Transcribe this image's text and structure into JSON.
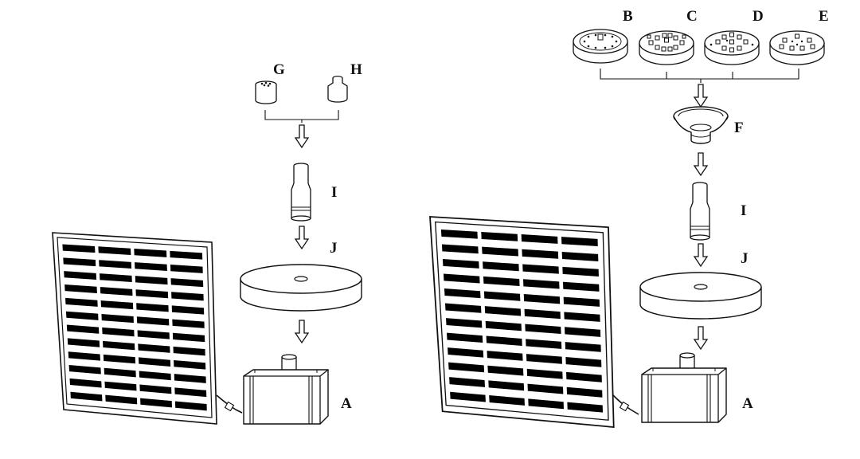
{
  "labels": {
    "left_G": "G",
    "left_H": "H",
    "left_I": "I",
    "left_J": "J",
    "left_A": "A",
    "right_B": "B",
    "right_C": "C",
    "right_D": "D",
    "right_E": "E",
    "right_F": "F",
    "right_I": "I",
    "right_J": "J",
    "right_A": "A"
  },
  "icons": {
    "solar_panel": "solar-panel-icon",
    "pump": "pump-icon",
    "float": "float-disc-icon",
    "extension_tube": "extension-tube-icon",
    "nozzle": "nozzle-icon",
    "spray_head": "spray-head-icon",
    "funnel": "funnel-nozzle-icon",
    "arrow": "down-arrow-icon"
  },
  "colors": {
    "line": "#111111",
    "cell": "#000000",
    "background": "#ffffff"
  }
}
